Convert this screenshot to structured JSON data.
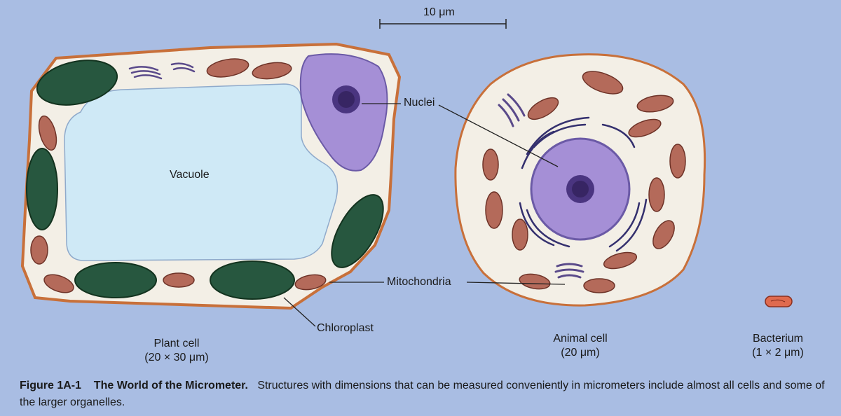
{
  "scale_bar": {
    "label": "10 μm"
  },
  "labels": {
    "vacuole": "Vacuole",
    "nuclei": "Nuclei",
    "mitochondria": "Mitochondria",
    "chloroplast": "Chloroplast"
  },
  "cells": [
    {
      "name": "Plant cell",
      "size": "(20 × 30 μm)"
    },
    {
      "name": "Animal cell",
      "size": "(20 μm)"
    },
    {
      "name": "Bacterium",
      "size": "(1 × 2 μm)"
    }
  ],
  "caption": {
    "figure": "Figure 1A-1",
    "title": "The World of the Micrometer.",
    "text": "Structures with dimensions that can be measured conveniently in micrometers include almost all cells and some of the larger organelles."
  },
  "colors": {
    "background": "#a9bde3",
    "cytoplasm": "#f3efe6",
    "membrane": "#c8703a",
    "vacuole": "#cfe9f6",
    "nucleus": "#a58fd6",
    "chloroplast": "#27573f",
    "mitochondrion": "#b46a5a",
    "er": "#5a4a8a"
  }
}
